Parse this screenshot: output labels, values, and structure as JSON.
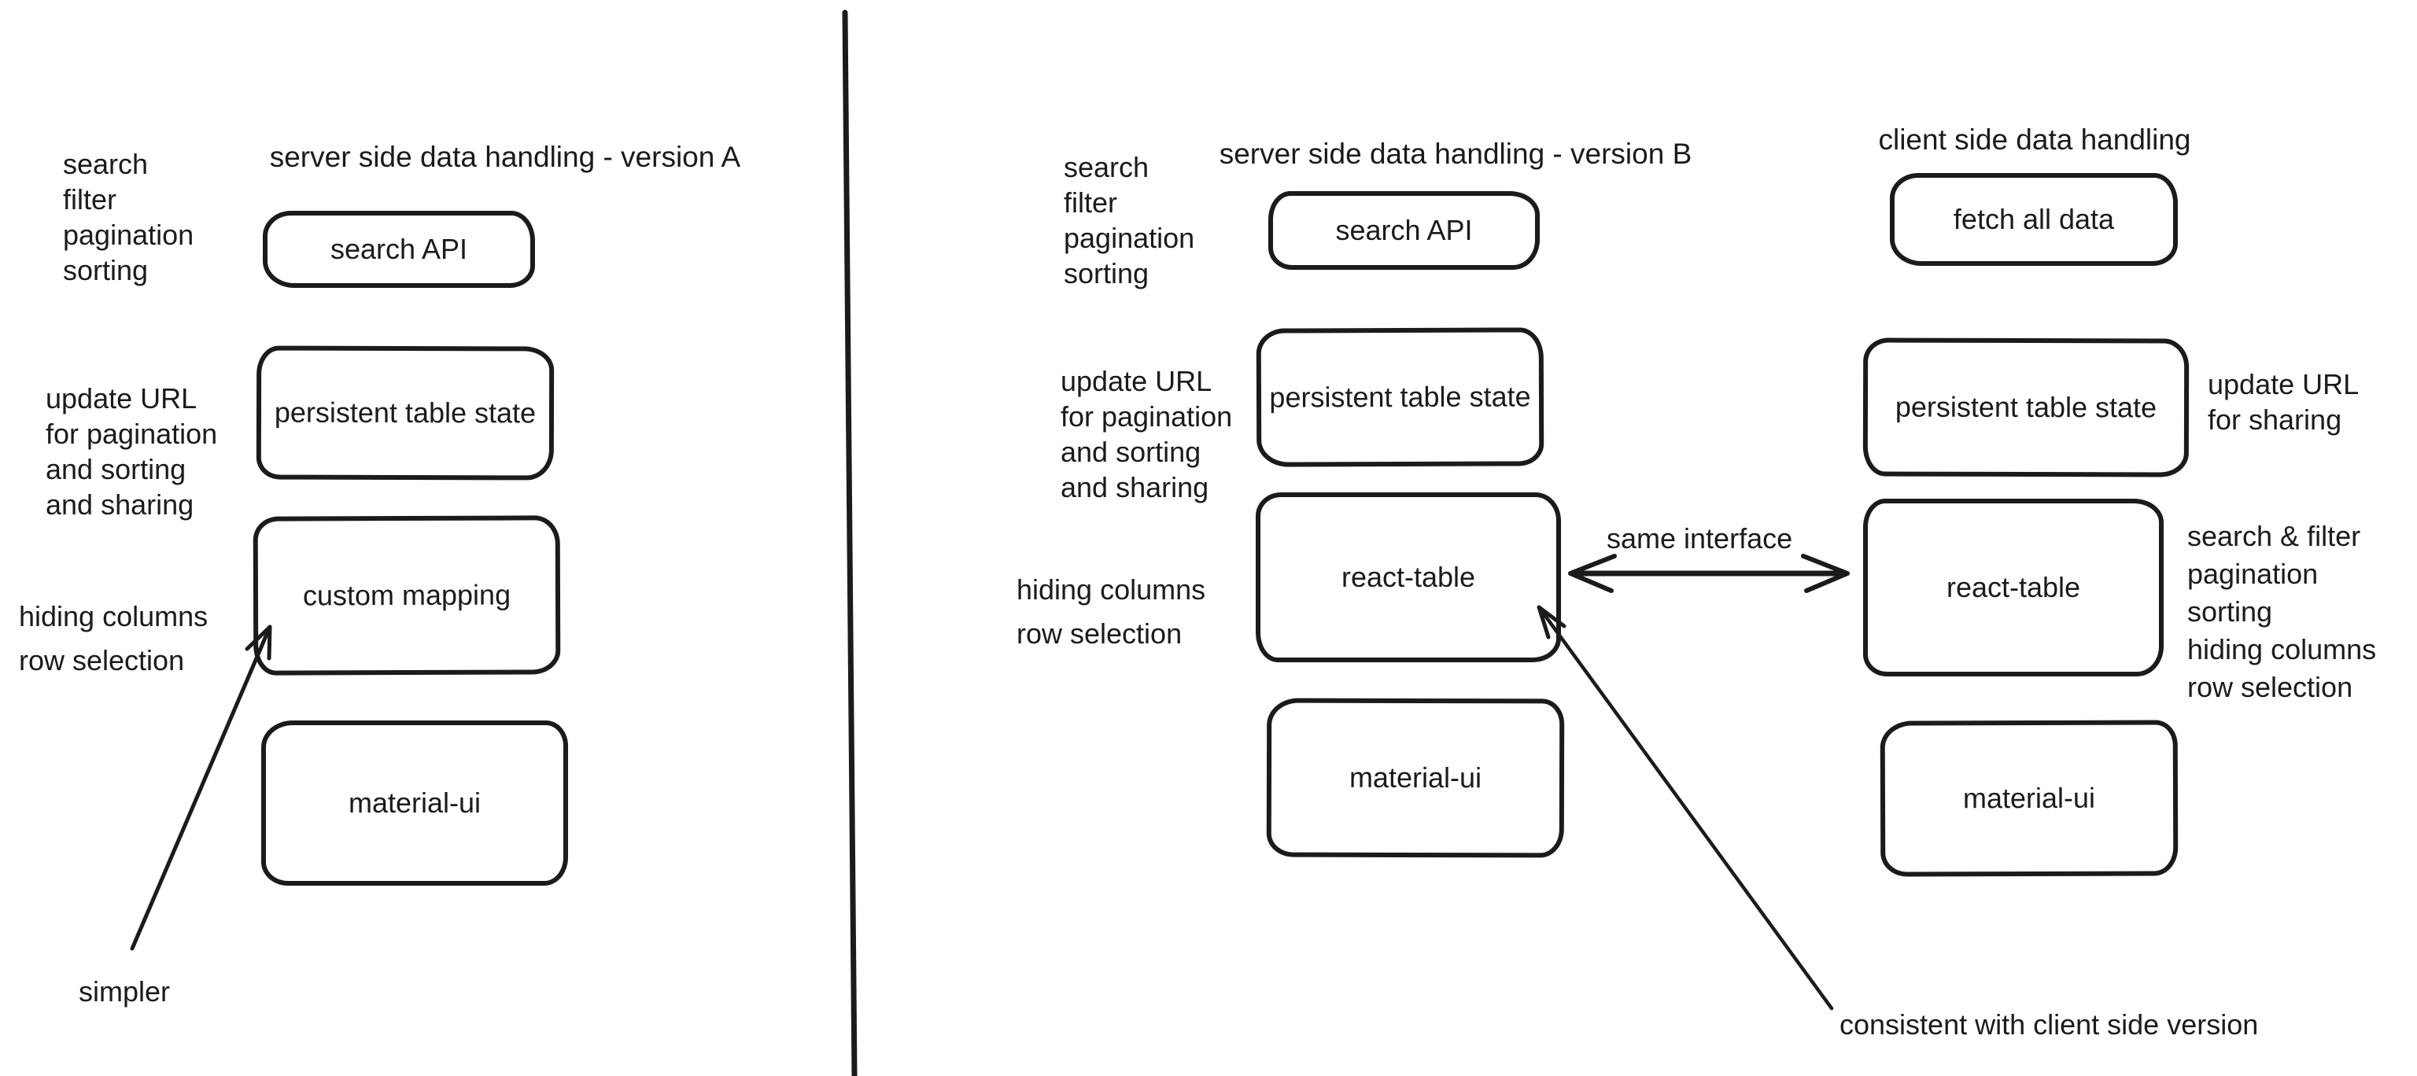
{
  "canvas": {
    "background": "#ffffff",
    "ink_color": "#1b1b1b"
  },
  "version_a": {
    "title": "server side data handling - version A",
    "features_label": "search\nfilter\npagination\nsorting",
    "url_label": "update URL\nfor pagination\nand sorting\nand sharing",
    "hiding_label": "hiding columns\nrow selection",
    "boxes": {
      "search_api": "search API",
      "persistent_table_state": "persistent table state",
      "custom_mapping": "custom mapping",
      "material_ui": "material-ui"
    },
    "simpler_note": "simpler"
  },
  "version_b": {
    "title": "server side data handling - version B",
    "features_label": "search\nfilter\npagination\nsorting",
    "url_label": "update URL\nfor pagination\nand sorting\nand sharing",
    "hiding_label": "hiding columns\nrow selection",
    "boxes": {
      "search_api": "search API",
      "persistent_table_state": "persistent table state",
      "react_table": "react-table",
      "material_ui": "material-ui"
    },
    "same_interface_note": "same interface",
    "consistent_note": "consistent with client side version"
  },
  "client_side": {
    "title": "client side data handling",
    "url_label": "update URL\nfor sharing",
    "features_label": "search & filter\npagination\nsorting\nhiding columns\nrow selection",
    "boxes": {
      "fetch_all_data": "fetch all data",
      "persistent_table_state": "persistent table state",
      "react_table": "react-table",
      "material_ui": "material-ui"
    }
  }
}
